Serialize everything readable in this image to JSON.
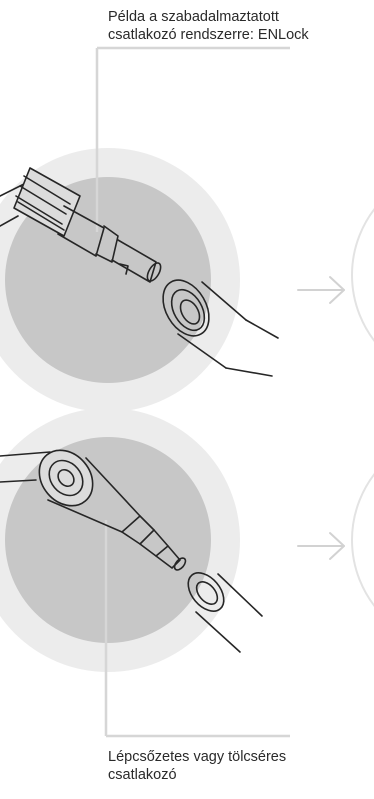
{
  "captions": {
    "top": {
      "line1": "Példa a szabadalmaztatott",
      "line2": "csatlakozó rendszerre: ENLock"
    },
    "bottom": {
      "line1": "Lépcsőzetes vagy tölcséres",
      "line2": "csatlakozó"
    }
  },
  "colors": {
    "outer_ring": "#ececec",
    "inner_disc": "#c7c7c7",
    "leader_line": "#d6d6d6",
    "arrow": "#d2d2d2",
    "stroke": "#262626",
    "right_circle_outline": "#e3e3e3"
  }
}
